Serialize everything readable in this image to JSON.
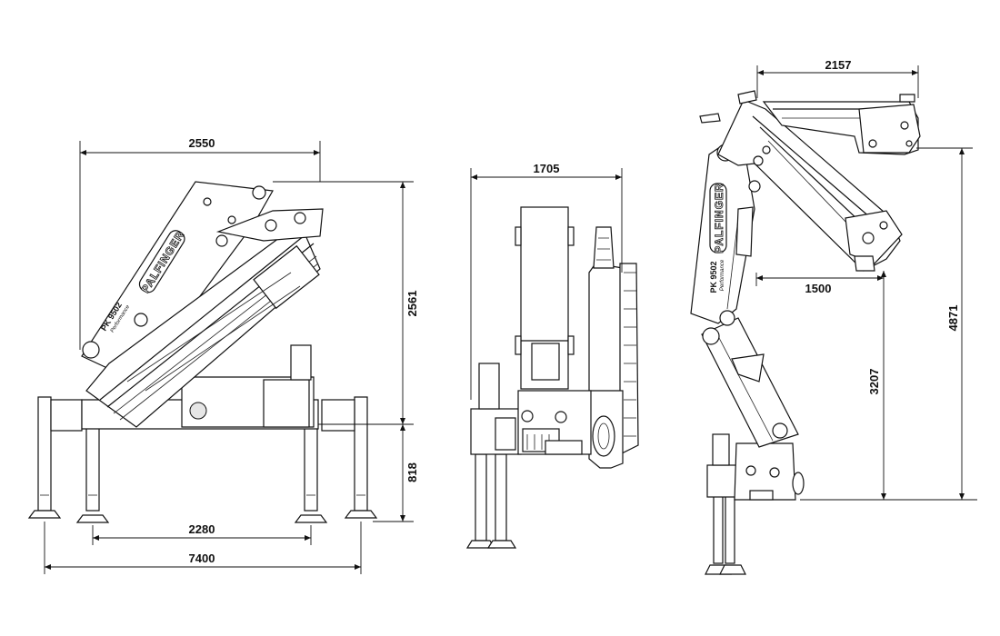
{
  "brand": "PALFINGER",
  "model": "PK 9502",
  "model_sub": "Performance",
  "views": {
    "front": {
      "dims": {
        "top_width": "2550",
        "height": "2561",
        "base_height": "818",
        "outrigger_inner": "2280",
        "outrigger_span": "7400"
      }
    },
    "side": {
      "dims": {
        "width": "1705"
      }
    },
    "extended": {
      "dims": {
        "top_reach": "2157",
        "mid_reach": "1500",
        "lower_height": "3207",
        "total_height": "4871"
      }
    }
  }
}
